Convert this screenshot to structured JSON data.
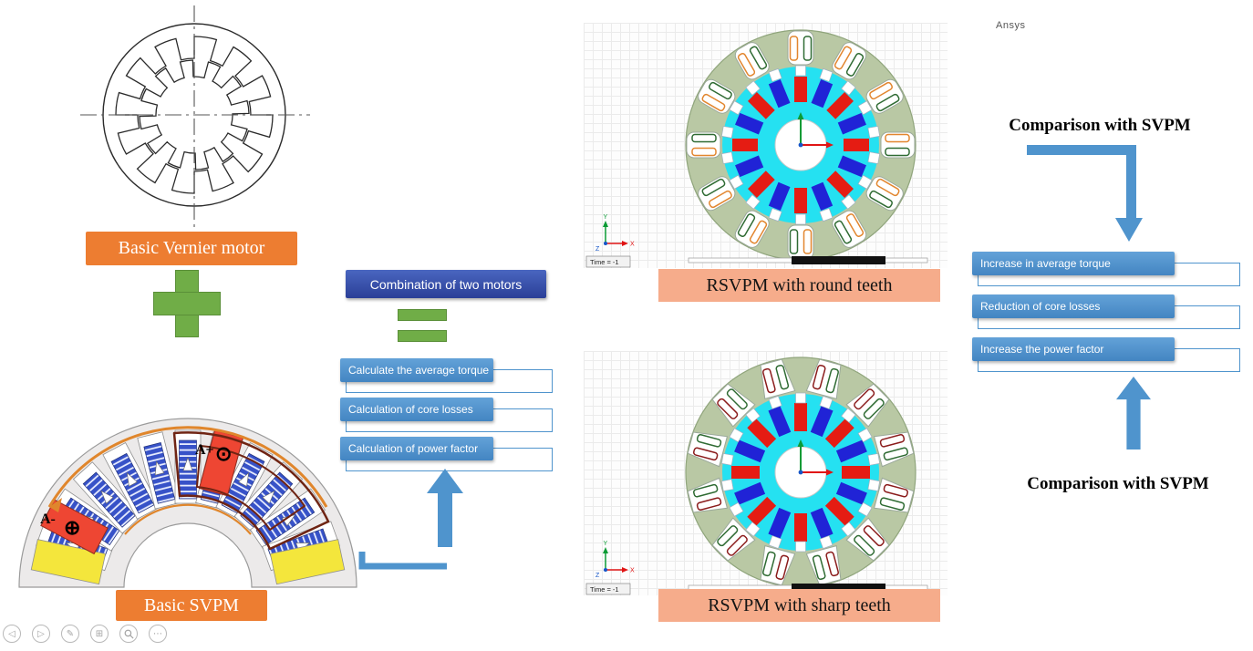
{
  "diagram": {
    "vernier_label": "Basic Vernier motor",
    "svpm_label": "Basic SVPM",
    "combination_label": "Combination of two motors",
    "round_label": "RSVPM with round teeth",
    "sharp_label": "RSVPM with sharp teeth",
    "comparison_top": "Comparison with SVPM",
    "comparison_bottom": "Comparison with SVPM",
    "calc_steps": [
      "Calculate the average torque",
      "Calculation of core losses",
      "Calculation of power factor"
    ],
    "results": [
      "Increase in average torque",
      "Reduction of core losses",
      "Increase the power factor"
    ]
  },
  "fea": {
    "watermark": "Ansys",
    "time_label": "Time = -1",
    "axis_x": "X",
    "axis_y": "Y",
    "axis_z": "Z"
  },
  "svpm_annotations": {
    "a_plus": "A+",
    "a_minus": "A-",
    "current_out": "⊙",
    "current_in": "⊕"
  },
  "toolbar": {
    "prev_icon": "◁",
    "next_icon": "▷",
    "pen_icon": "✎",
    "slides_icon": "⊞",
    "more_icon": "⋯"
  },
  "colors": {
    "accent_orange": "#ED7D31",
    "accent_green": "#70AD47",
    "accent_blue": "#4F94CD",
    "dark_blue": "#2B3F97",
    "salmon": "#F6AC8B",
    "stator_green": "#B9C8A4",
    "rotor_cyan": "#25E1F1",
    "magnet_red": "#E51C13",
    "magnet_blue": "#2023D6"
  }
}
